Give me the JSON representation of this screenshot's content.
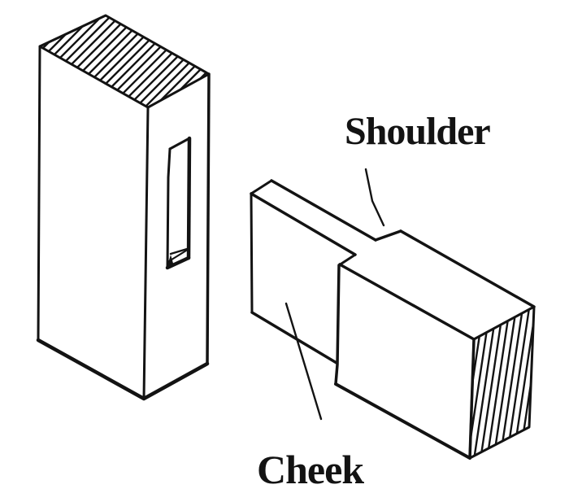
{
  "figure": {
    "subject": "mortise-and-tenon-joint-line-drawing",
    "labels": {
      "shoulder": "Shoulder",
      "cheek": "Cheek"
    },
    "colors": {
      "ink": "#131313",
      "paper": "#ffffff"
    }
  }
}
